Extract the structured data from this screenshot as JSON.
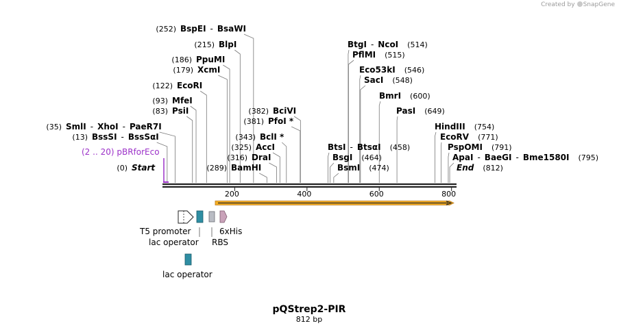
{
  "credit": {
    "prefix": "Created by",
    "brand": "SnapGene"
  },
  "map": {
    "name": "pQStrep2-PIR",
    "length_label": "812 bp",
    "total_bp": 812,
    "ticks": [
      "200",
      "400",
      "600",
      "800"
    ]
  },
  "sites": [
    {
      "id": "bspei-bsawi",
      "position": "(252)",
      "names": [
        "BspEI",
        "BsaWI"
      ],
      "bp": 252
    },
    {
      "id": "blpi",
      "position": "(215)",
      "names": [
        "BlpI"
      ],
      "bp": 215
    },
    {
      "id": "ppumi",
      "position": "(186)",
      "names": [
        "PpuMI"
      ],
      "bp": 186
    },
    {
      "id": "xcmi",
      "position": "(179)",
      "names": [
        "XcmI"
      ],
      "bp": 179
    },
    {
      "id": "ecori",
      "position": "(122)",
      "names": [
        "EcoRI"
      ],
      "bp": 122
    },
    {
      "id": "mfei",
      "position": "(93)",
      "names": [
        "MfeI"
      ],
      "bp": 93
    },
    {
      "id": "psii",
      "position": "(83)",
      "names": [
        "PsiI"
      ],
      "bp": 83
    },
    {
      "id": "smli-xhoi-paer7i",
      "position": "(35)",
      "names": [
        "SmlI",
        "XhoI",
        "PaeR7I"
      ],
      "bp": 35
    },
    {
      "id": "bsssi-bsssai",
      "position": "(13)",
      "names": [
        "BssSI",
        "BssSαI"
      ],
      "bp": 13
    },
    {
      "id": "bcivi",
      "position": "(382)",
      "names": [
        "BciVI"
      ],
      "bp": 382
    },
    {
      "id": "pfoi",
      "position": "(381)",
      "names": [
        "PfoI *"
      ],
      "bp": 381
    },
    {
      "id": "bcli",
      "position": "(343)",
      "names": [
        "BclI *"
      ],
      "bp": 343
    },
    {
      "id": "acci",
      "position": "(325)",
      "names": [
        "AccI"
      ],
      "bp": 325
    },
    {
      "id": "drai",
      "position": "(316)",
      "names": [
        "DraI"
      ],
      "bp": 316
    },
    {
      "id": "bamhi",
      "position": "(289)",
      "names": [
        "BamHI"
      ],
      "bp": 289
    },
    {
      "id": "btgi-ncoi",
      "position": "(514)",
      "names": [
        "BtgI",
        "NcoI"
      ],
      "bp": 514
    },
    {
      "id": "pflmi",
      "position": "(515)",
      "names": [
        "PflMI"
      ],
      "bp": 515
    },
    {
      "id": "eco53ki",
      "position": "(546)",
      "names": [
        "Eco53kI"
      ],
      "bp": 546
    },
    {
      "id": "saci",
      "position": "(548)",
      "names": [
        "SacI"
      ],
      "bp": 548
    },
    {
      "id": "bmri",
      "position": "(600)",
      "names": [
        "BmrI"
      ],
      "bp": 600
    },
    {
      "id": "pasi",
      "position": "(649)",
      "names": [
        "PasI"
      ],
      "bp": 649
    },
    {
      "id": "btsi-btsai",
      "position": "(458)",
      "names": [
        "BtsI",
        "BtsαI"
      ],
      "bp": 458
    },
    {
      "id": "bsgi",
      "position": "(464)",
      "names": [
        "BsgI"
      ],
      "bp": 464
    },
    {
      "id": "bsmi",
      "position": "(474)",
      "names": [
        "BsmI"
      ],
      "bp": 474
    },
    {
      "id": "hindiii",
      "position": "(754)",
      "names": [
        "HindIII"
      ],
      "bp": 754
    },
    {
      "id": "ecorv",
      "position": "(771)",
      "names": [
        "EcoRV"
      ],
      "bp": 771
    },
    {
      "id": "pspomi",
      "position": "(791)",
      "names": [
        "PspOMI"
      ],
      "bp": 791
    },
    {
      "id": "apai-baegi-bme1580i",
      "position": "(795)",
      "names": [
        "ApaI",
        "BaeGI",
        "Bme1580I"
      ],
      "bp": 795
    },
    {
      "id": "start",
      "position": "(0)",
      "names": [
        "Start"
      ],
      "bp": 0,
      "italic": true
    },
    {
      "id": "end",
      "position": "(812)",
      "names": [
        "End"
      ],
      "bp": 812,
      "italic": true,
      "pos_after": true
    }
  ],
  "primer": {
    "label": "pBRforEco",
    "range": "(2 .. 20)",
    "color": "#9b30c8"
  },
  "features": {
    "t5_promoter": "T5 promoter",
    "lac_operator_1": "lac operator",
    "rbs": "RBS",
    "six_his": "6xHis",
    "lac_operator_2": "lac operator"
  },
  "colors": {
    "orf_fill": "#f5b027",
    "lac_operator": "#2f8ea3",
    "rbs": "#b9bcc4",
    "six_his": "#c9a2b9",
    "primer": "#9b30c8"
  }
}
